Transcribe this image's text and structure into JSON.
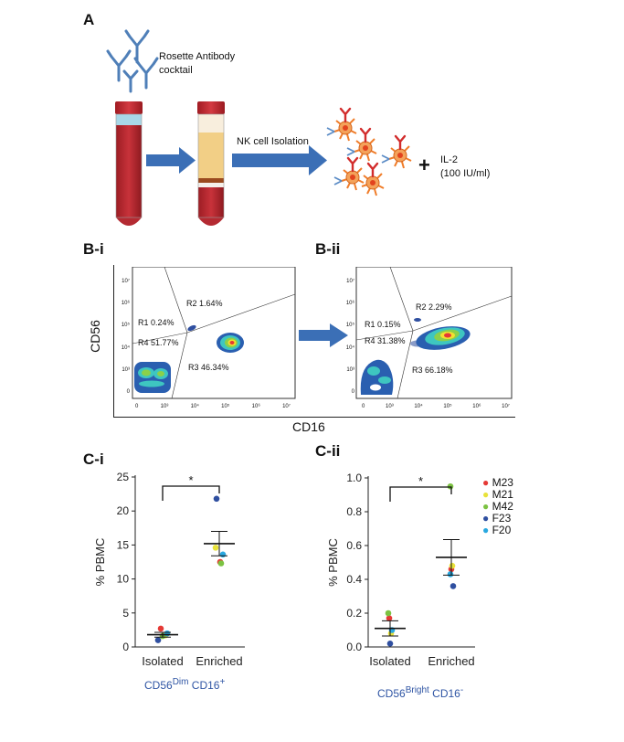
{
  "panel_a": {
    "label": "A",
    "antibody_label_line1": "Rosette Antibody",
    "antibody_label_line2": "cocktail",
    "isolation_label": "NK cell Isolation",
    "il2_line1": "IL-2",
    "il2_line2": "(100 IU/ml)",
    "plus_sign": "+"
  },
  "panel_b": {
    "label_i": "B-i",
    "label_ii": "B-ii",
    "y_axis_label": "CD56",
    "x_axis_label": "CD16",
    "y_tick_labels": [
      "10⁷",
      "10⁶",
      "10⁵",
      "10⁴",
      "10³",
      "0"
    ],
    "x_tick_labels": [
      "0",
      "10³",
      "10⁴",
      "10⁵",
      "10⁶",
      "10⁷"
    ],
    "gates_i": {
      "r1": "R1 0.24%",
      "r2": "R2 1.64%",
      "r3": "R3 46.34%",
      "r4": "R4 51.77%"
    },
    "gates_ii": {
      "r1": "R1 0.15%",
      "r2": "R2 2.29%",
      "r3": "R3 66.18%",
      "r4": "R4 31.38%"
    }
  },
  "chart_data": [
    {
      "type": "scatter",
      "panel": "C-i",
      "ylabel": "% PBMC",
      "ylim": [
        0,
        25
      ],
      "yticks": [
        0,
        5,
        10,
        15,
        20,
        25
      ],
      "categories": [
        "Isolated",
        "Enriched"
      ],
      "group_label_main": "CD56",
      "group_label_sup1": "Dim",
      "group_label_mid": " CD16",
      "group_label_sup2": "+",
      "significance": "*",
      "means": [
        1.8,
        15.2
      ],
      "errors": [
        0.35,
        1.8
      ],
      "points": [
        {
          "category": "Isolated",
          "donor": "M23",
          "value": 2.7,
          "color": "#e53935"
        },
        {
          "category": "Isolated",
          "donor": "M21",
          "value": 1.7,
          "color": "#e8e23a"
        },
        {
          "category": "Isolated",
          "donor": "M42",
          "value": 1.6,
          "color": "#7cc242"
        },
        {
          "category": "Isolated",
          "donor": "F23",
          "value": 1.0,
          "color": "#2f4fa0"
        },
        {
          "category": "Isolated",
          "donor": "F20",
          "value": 2.0,
          "color": "#29a8e0"
        },
        {
          "category": "Enriched",
          "donor": "M23",
          "value": 12.5,
          "color": "#e53935"
        },
        {
          "category": "Enriched",
          "donor": "M21",
          "value": 14.6,
          "color": "#e8e23a"
        },
        {
          "category": "Enriched",
          "donor": "M42",
          "value": 12.3,
          "color": "#7cc242"
        },
        {
          "category": "Enriched",
          "donor": "F23",
          "value": 21.8,
          "color": "#2f4fa0"
        },
        {
          "category": "Enriched",
          "donor": "F20",
          "value": 13.6,
          "color": "#29a8e0"
        }
      ]
    },
    {
      "type": "scatter",
      "panel": "C-ii",
      "ylabel": "% PBMC",
      "ylim": [
        0,
        1.0
      ],
      "yticks": [
        0.0,
        0.2,
        0.4,
        0.6,
        0.8,
        1.0
      ],
      "ytick_labels": [
        "0.0",
        "0.2",
        "0.4",
        "0.6",
        "0.8",
        "1.0"
      ],
      "categories": [
        "Isolated",
        "Enriched"
      ],
      "group_label_main": "CD56",
      "group_label_sup1": "Bright",
      "group_label_mid": " CD16",
      "group_label_sup2": "-",
      "significance": "*",
      "means": [
        0.11,
        0.53
      ],
      "errors": [
        0.045,
        0.105
      ],
      "points": [
        {
          "category": "Isolated",
          "donor": "M23",
          "value": 0.17,
          "color": "#e53935"
        },
        {
          "category": "Isolated",
          "donor": "M21",
          "value": 0.08,
          "color": "#e8e23a"
        },
        {
          "category": "Isolated",
          "donor": "M42",
          "value": 0.2,
          "color": "#7cc242"
        },
        {
          "category": "Isolated",
          "donor": "F23",
          "value": 0.02,
          "color": "#2f4fa0"
        },
        {
          "category": "Isolated",
          "donor": "F20",
          "value": 0.1,
          "color": "#29a8e0"
        },
        {
          "category": "Enriched",
          "donor": "M23",
          "value": 0.46,
          "color": "#e53935"
        },
        {
          "category": "Enriched",
          "donor": "M21",
          "value": 0.48,
          "color": "#e8e23a"
        },
        {
          "category": "Enriched",
          "donor": "M42",
          "value": 0.95,
          "color": "#7cc242"
        },
        {
          "category": "Enriched",
          "donor": "F23",
          "value": 0.36,
          "color": "#2f4fa0"
        },
        {
          "category": "Enriched",
          "donor": "F20",
          "value": 0.43,
          "color": "#29a8e0"
        }
      ],
      "legend": [
        {
          "name": "M23",
          "color": "#e53935"
        },
        {
          "name": "M21",
          "color": "#e8e23a"
        },
        {
          "name": "M42",
          "color": "#7cc242"
        },
        {
          "name": "F23",
          "color": "#2f4fa0"
        },
        {
          "name": "F20",
          "color": "#29a8e0"
        }
      ]
    }
  ]
}
